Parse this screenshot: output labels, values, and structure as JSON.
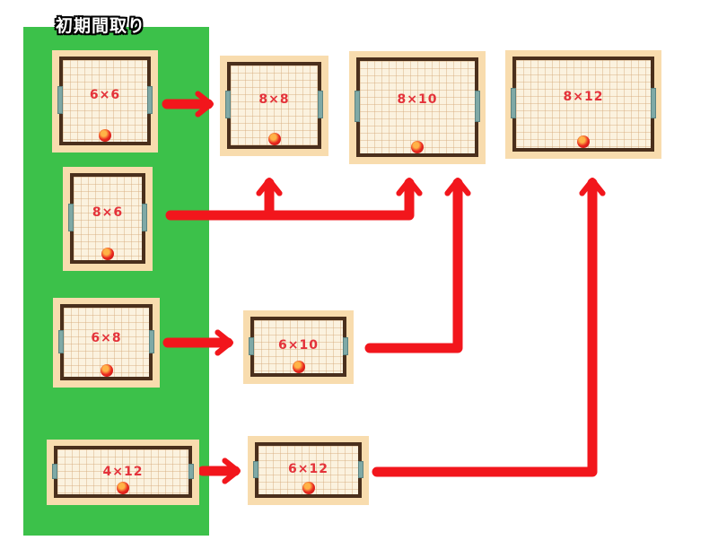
{
  "title": "初期間取り",
  "colors": {
    "panel": "#3cc14a",
    "arrow": "#f2161c",
    "frame": "#4a2f1c",
    "border": "#f8dcae",
    "label": "#e4323a"
  },
  "rooms": {
    "r6x6": "6×6",
    "r8x6": "8×6",
    "r6x8": "6×8",
    "r4x12": "4×12",
    "r8x8": "8×8",
    "r8x10": "8×10",
    "r8x12": "8×12",
    "r6x10": "6×10",
    "r6x12": "6×12"
  },
  "transitions": [
    {
      "from": "6×6",
      "to": [
        "8×8"
      ]
    },
    {
      "from": "8×6",
      "to": [
        "8×8",
        "8×10"
      ]
    },
    {
      "from": "6×8",
      "to": [
        "6×10"
      ]
    },
    {
      "from": "6×10",
      "to": [
        "8×10"
      ]
    },
    {
      "from": "4×12",
      "to": [
        "6×12"
      ]
    },
    {
      "from": "6×12",
      "to": [
        "8×12"
      ]
    }
  ]
}
